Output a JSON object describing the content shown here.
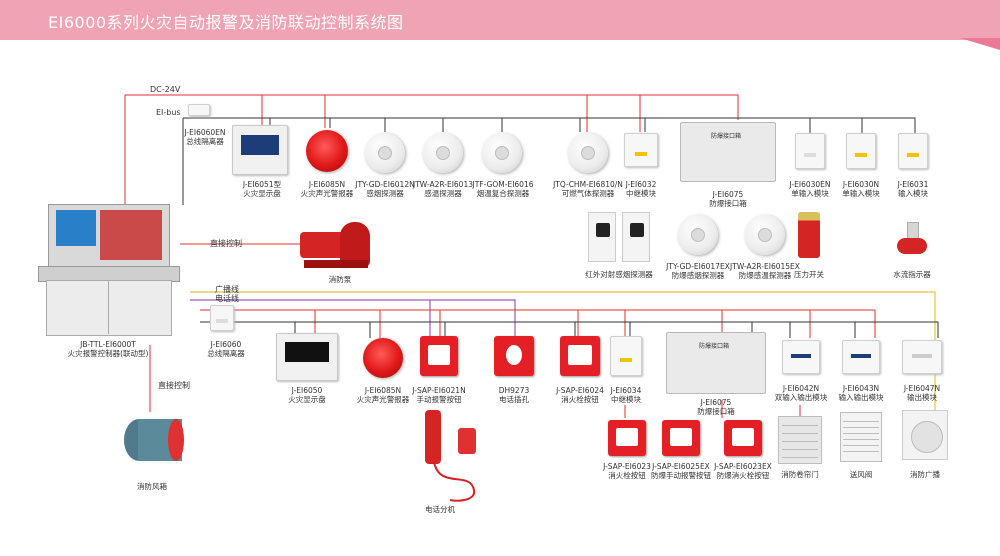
{
  "header": {
    "title": "EI6000系列火灾自动报警及消防联动控制系统图"
  },
  "wires": {
    "dc24v": "DC-24V",
    "eibus": "EI-bus",
    "direct_control_1": "直接控制",
    "broadcast": "广播线",
    "phone": "电话线",
    "direct_control_2": "直接控制"
  },
  "devices": {
    "isolator_top": "J-EI6060EN\n总线隔离器",
    "display_top": "J-EI6051型\n火灾显示盘",
    "siren_top": "J-EI6085N\n火灾声光警报器",
    "smoke_det": "JTY-GD-EI6012N\n感烟探测器",
    "temp_det": "JTW-A2R-EI6013\n感温探测器",
    "combo_det": "JTF-GOM-EI6016\n烟温复合探测器",
    "gas_det": "JTQ-CHM-EI6810/N\n可燃气体探测器",
    "relay_top": "J-EI6032\n中继模块",
    "explosion_box_top": "J-EI6075\n防爆接口箱",
    "single_io": "J-EI6030EN\n单输入模块",
    "single_in": "J-EI6030N\n单输入模块",
    "input_mod": "J-EI6031\n输入模块",
    "ir_beam": "红外对射感烟探测器",
    "ex_smoke": "JTY-GD-EI6017EX\n防爆感烟探测器",
    "ex_temp": "JTW-A2R-EI6015EX\n防爆感温探测器",
    "pressure_sw": "压力开关",
    "flow_ind": "水流指示器",
    "fire_pump": "消防泵",
    "controller": "JB-TTL-EI6000T\n火灾报警控制器(联动型)",
    "isolator_bottom": "J-EI6060\n总线隔离器",
    "display_bottom": "J-EI6050\n火灾显示盘",
    "siren_bottom": "J-EI6085N\n火灾声光警报器",
    "manual_alarm": "J-SAP-EI6021N\n手动报警按钮",
    "phone_jack": "DH9273\n电话插孔",
    "hydrant_btn": "J-SAP-EI6024\n消火栓按钮",
    "relay_bottom": "J-EI6034\n中继模块",
    "explosion_box_bottom": "J-EI6075\n防爆接口箱",
    "dual_io": "J-EI6042N\n双输入输出模块",
    "io_mod": "J-EI6043N\n输入输出模块",
    "out_mod": "J-EI6047N\n输出模块",
    "hydrant_btn2": "J-SAP-EI6023\n消火栓按钮",
    "ex_manual": "J-SAP-EI6025EX\n防爆手动报警按钮",
    "ex_hydrant": "J-SAP-EI6023EX\n防爆消火栓按钮",
    "roller_door": "消防卷帘门",
    "air_supply": "送风阀",
    "broadcast_spk": "消防广播",
    "phone_ext": "电话分机",
    "fan": "消防风箱"
  },
  "box_label": "防爆接口箱",
  "colors": {
    "red_wire": "#e03030",
    "yellow_wire": "#e8c23a",
    "purple_wire": "#9a5bb5",
    "black_wire": "#333333",
    "header": "#f0a3b3"
  }
}
